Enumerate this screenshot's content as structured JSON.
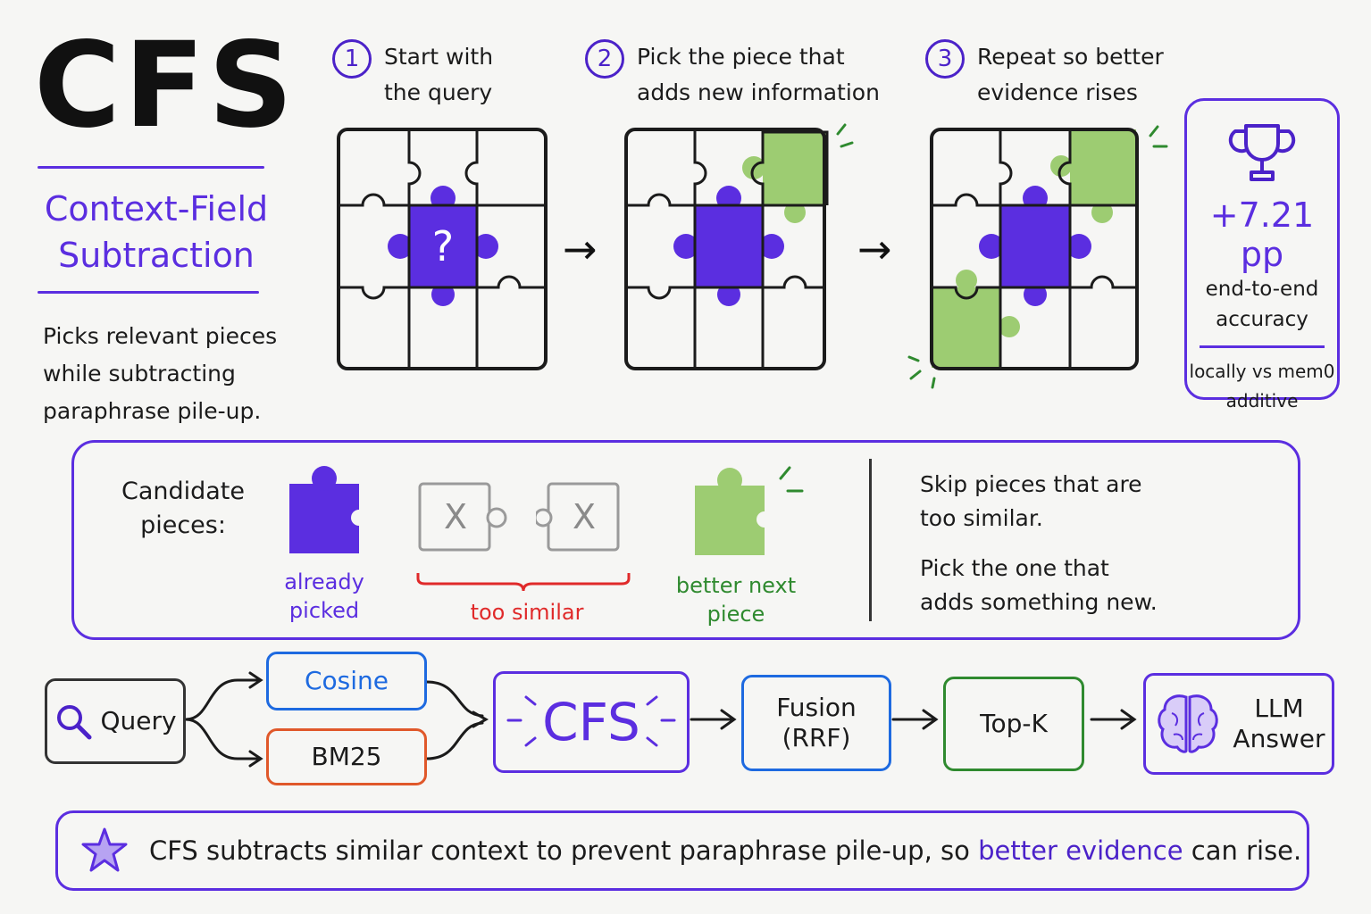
{
  "title": "CFS",
  "subtitle_line1": "Context-Field",
  "subtitle_line2": "Subtraction",
  "description": "Picks relevant pieces while subtracting paraphrase pile-up.",
  "steps": [
    {
      "num": "1",
      "line1": "Start with",
      "line2": "the query"
    },
    {
      "num": "2",
      "line1": "Pick the piece that",
      "line2": "adds new information"
    },
    {
      "num": "3",
      "line1": "Repeat so better",
      "line2": "evidence rises"
    }
  ],
  "query_mark": "?",
  "arrow_glyph": "→",
  "stat": {
    "value": "+7.21 pp",
    "label_line1": "end-to-end",
    "label_line2": "accuracy",
    "note_line1": "locally vs mem0",
    "note_line2": "additive"
  },
  "candidates": {
    "heading_line1": "Candidate",
    "heading_line2": "pieces:",
    "already_picked_line1": "already",
    "already_picked_line2": "picked",
    "too_similar": "too similar",
    "better_next_line1": "better next",
    "better_next_line2": "piece",
    "reject_mark": "X",
    "note1_line1": "Skip pieces that are",
    "note1_line2": "too similar.",
    "note2_line1": "Pick the one that",
    "note2_line2": "adds something new."
  },
  "pipeline": {
    "query": "Query",
    "cosine": "Cosine",
    "bm25": "BM25",
    "cfs": "CFS",
    "fusion_line1": "Fusion",
    "fusion_line2": "(RRF)",
    "topk": "Top-K",
    "llm_line1": "LLM",
    "llm_line2": "Answer"
  },
  "banner": {
    "text_before": "CFS subtracts similar context to prevent paraphrase pile-up, so",
    "highlight": "better evidence",
    "text_after": "can rise."
  },
  "colors": {
    "purple": "#5b2ee0",
    "green": "#9dcc72",
    "green_dark": "#2f8a2f",
    "red": "#e02a2a",
    "blue": "#1e6ae0",
    "orange": "#e0582a",
    "gray": "#9a9a9a"
  },
  "icons": [
    "trophy-icon",
    "search-icon",
    "brain-icon",
    "star-icon",
    "sparkle-icon"
  ]
}
